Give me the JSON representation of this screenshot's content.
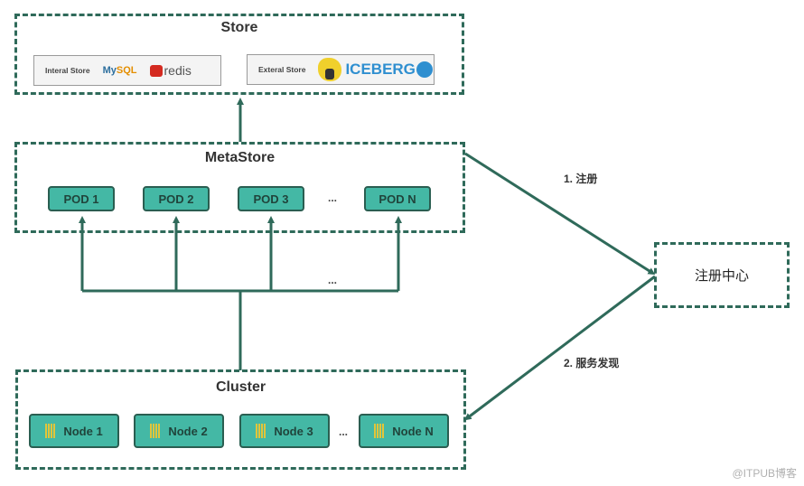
{
  "store": {
    "title": "Store",
    "internal": {
      "label": "Interal Store",
      "logos": {
        "mysql_my": "My",
        "mysql_sql": "SQL",
        "redis": "redis"
      }
    },
    "external": {
      "label": "Exteral Store",
      "logos": {
        "hive": "hive-logo",
        "iceberg": "ICEBERG"
      }
    }
  },
  "metastore": {
    "title": "MetaStore",
    "pods": [
      "POD 1",
      "POD 2",
      "POD 3",
      "POD N"
    ],
    "ellipsis": "..."
  },
  "connector_ellipsis": "...",
  "cluster": {
    "title": "Cluster",
    "nodes": [
      "Node 1",
      "Node 2",
      "Node 3",
      "Node N"
    ],
    "ellipsis": "..."
  },
  "registry": {
    "title": "注册中心",
    "register_label": "1. 注册",
    "discovery_label": "2. 服务发现"
  },
  "watermark": "@ITPUB博客",
  "colors": {
    "line": "#2f6a5a",
    "box_fill": "#44b8a5"
  }
}
